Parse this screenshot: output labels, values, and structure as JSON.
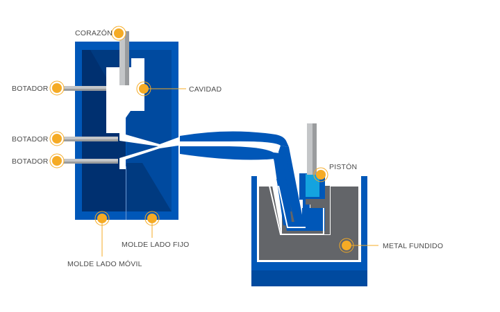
{
  "diagram": {
    "title": "Inyección en cámara caliente",
    "labels": {
      "corazon": "CORAZÓN",
      "cavidad": "CAVIDAD",
      "botador_1": "BOTADOR",
      "botador_2": "BOTADOR",
      "botador_3": "BOTADOR",
      "molde_fijo": "MOLDE LADO FIJO",
      "molde_movil": "MOLDE LADO MÓVIL",
      "piston": "PISTÓN",
      "metal_fundido": "METAL FUNDIDO"
    },
    "colors": {
      "blue": "#0057b8",
      "dark_blue": "#003a80",
      "mid_blue": "#004a9f",
      "light_blue": "#14a3df",
      "gray_metal": "#636569",
      "rod_light": "#c4c6c8",
      "rod_dark": "#9a9c9e",
      "marker": "#f5ab25"
    }
  }
}
